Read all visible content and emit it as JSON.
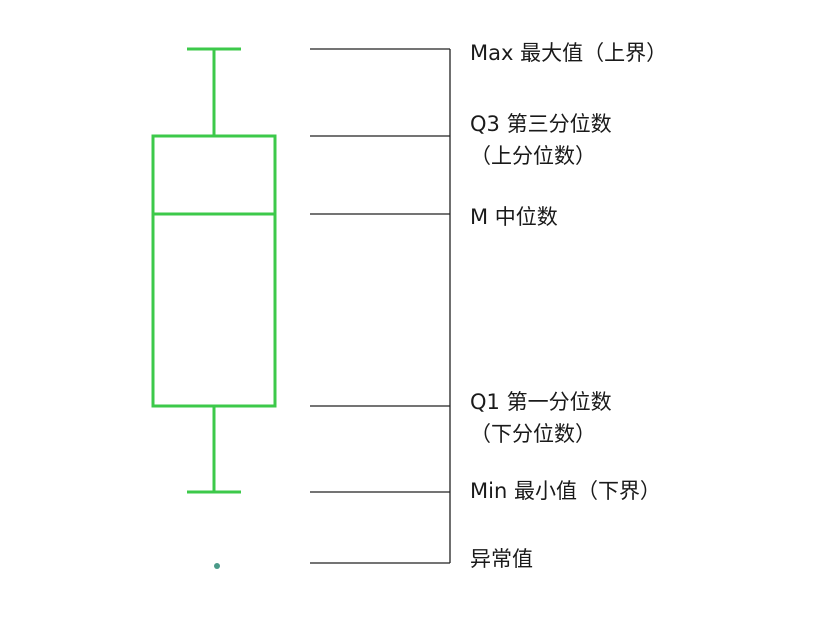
{
  "colors": {
    "box": "#3cc94a",
    "outlier": "#4a9a88",
    "connector": "#222222",
    "text": "#1a1a1a"
  },
  "labels": {
    "max": "Max 最大值（上界）",
    "q3_line1": "Q3 第三分位数",
    "q3_line2": "（上分位数）",
    "median": "M 中位数",
    "q1_line1": "Q1 第一分位数",
    "q1_line2": "（下分位数）",
    "min": "Min 最小值（下界）",
    "outlier": "异常值"
  }
}
